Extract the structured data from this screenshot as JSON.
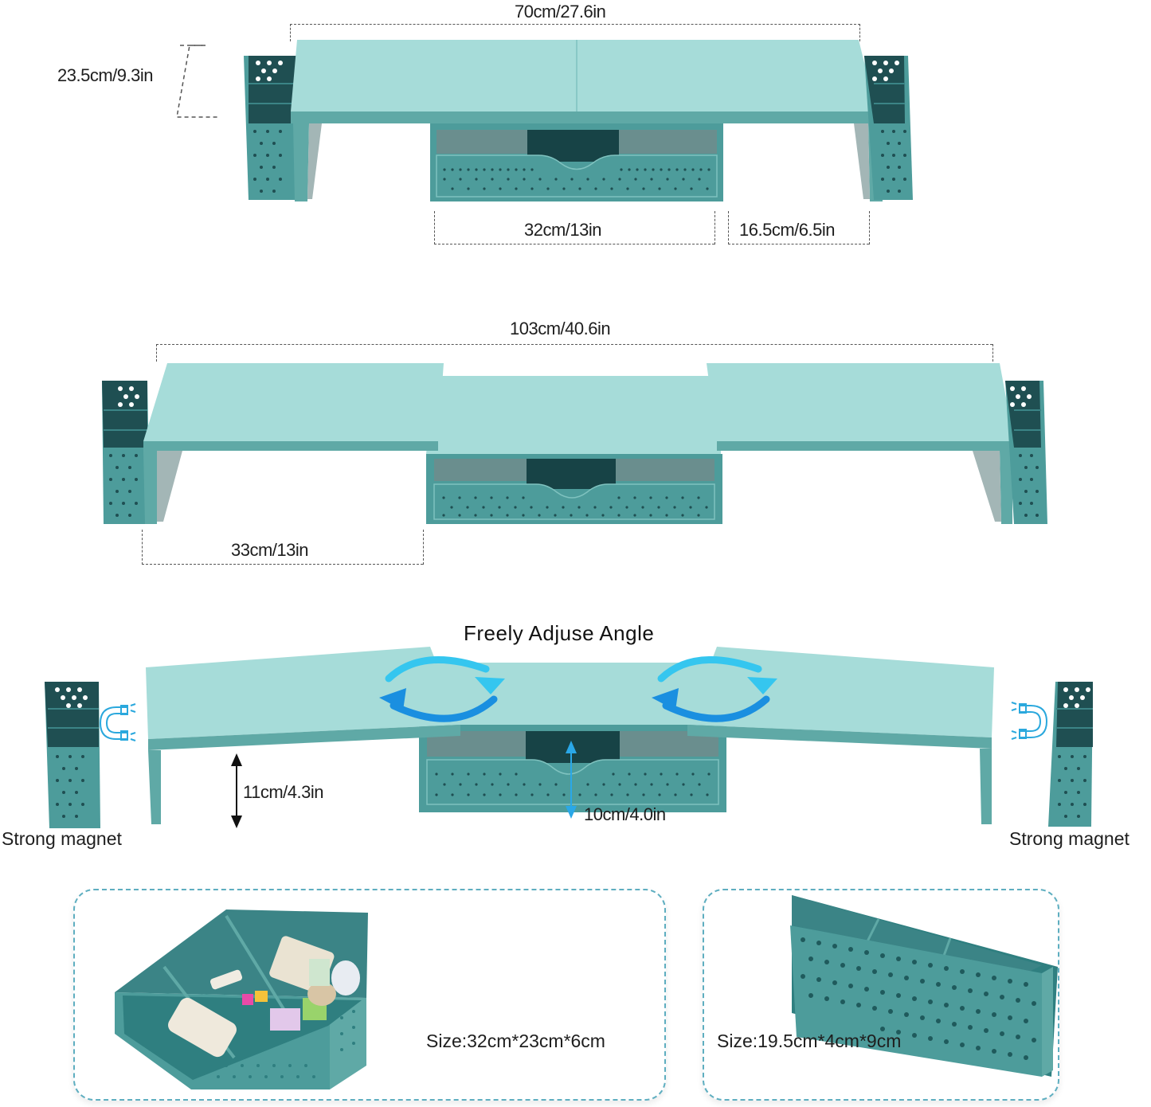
{
  "colors": {
    "top_light": "#a6dcd9",
    "top_mid": "#92cfcb",
    "edge": "#5fa9a6",
    "body": "#4d9c9b",
    "body_dark": "#3b8486",
    "hole": "#1f4f52",
    "cavity": "#174346",
    "arrow_light": "#35c6ef",
    "arrow_dark": "#1a8fe0",
    "card_border": "#5eaec0",
    "dim_line": "#555555",
    "text": "#1e1e1e"
  },
  "section1": {
    "width_label": "70cm/27.6in",
    "depth_label": "23.5cm/9.3in",
    "drawer_label": "32cm/13in",
    "side_label": "16.5cm/6.5in"
  },
  "section2": {
    "width_label": "103cm/40.6in",
    "wing_label": "33cm/13in"
  },
  "section3": {
    "title": "Freely Adjuse Angle",
    "height_label": "11cm/4.3in",
    "drawer_height_label": "10cm/4.0in",
    "magnet_left": "Strong magnet",
    "magnet_right": "Strong magnet"
  },
  "cards": [
    {
      "name": "drawer-organizer",
      "size_label": "Size:32cm*23cm*6cm"
    },
    {
      "name": "pen-holder",
      "size_label": "Size:19.5cm*4cm*9cm"
    }
  ]
}
